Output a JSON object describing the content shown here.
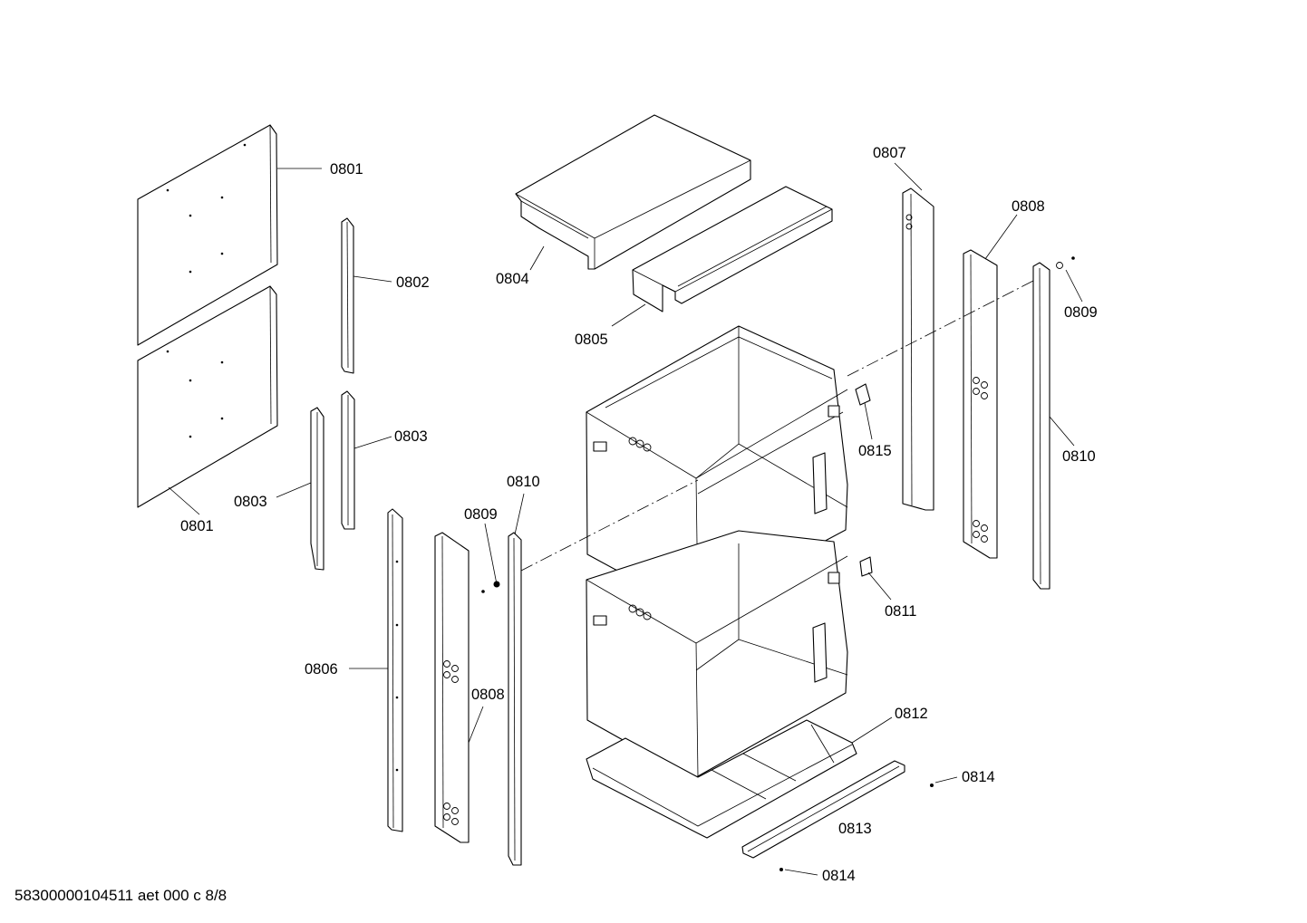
{
  "document_code": "58300000104511 aet 000 c 8/8",
  "part_labels": {
    "p0801_upper": "0801",
    "p0801_lower": "0801",
    "p0802": "0802",
    "p0803_right": "0803",
    "p0803_left": "0803",
    "p0804": "0804",
    "p0805": "0805",
    "p0806": "0806",
    "p0807": "0807",
    "p0808_right": "0808",
    "p0808_left": "0808",
    "p0809_right": "0809",
    "p0809_left": "0809",
    "p0810_right": "0810",
    "p0810_left": "0810",
    "p0811": "0811",
    "p0812": "0812",
    "p0813": "0813",
    "p0814_upper": "0814",
    "p0814_lower": "0814",
    "p0815": "0815"
  }
}
